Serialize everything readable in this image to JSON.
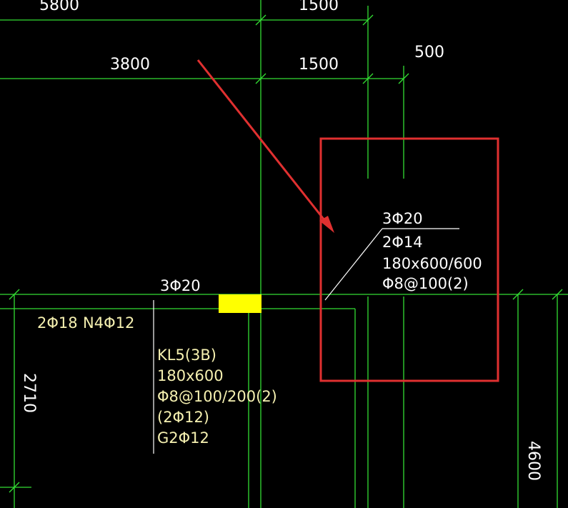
{
  "dimensions": {
    "top_row": [
      "5800",
      "1500"
    ],
    "second_row": [
      "3800",
      "1500",
      "500"
    ],
    "left_vertical": "2710",
    "right_vertical": "4600"
  },
  "beam_left": {
    "top_rebar": "3Φ20",
    "bottom_rebar": "2Φ18",
    "torsion_rebar": "N4Φ12",
    "name": "KL5(3B)",
    "section": "180x600",
    "stirrup": "Φ8@100/200(2)",
    "erection": "(2Φ12)",
    "side_rebar": "G2Φ12"
  },
  "beam_right": {
    "top_rebar": "3Φ20",
    "bottom_rebar": "2Φ14",
    "section": "180x600/600",
    "stirrup": "Φ8@100(2)"
  },
  "colors": {
    "background": "#000000",
    "grid": "#33dd33",
    "highlight_box": "#e03030",
    "arrow": "#e03030",
    "column_fill": "#ffff00"
  }
}
